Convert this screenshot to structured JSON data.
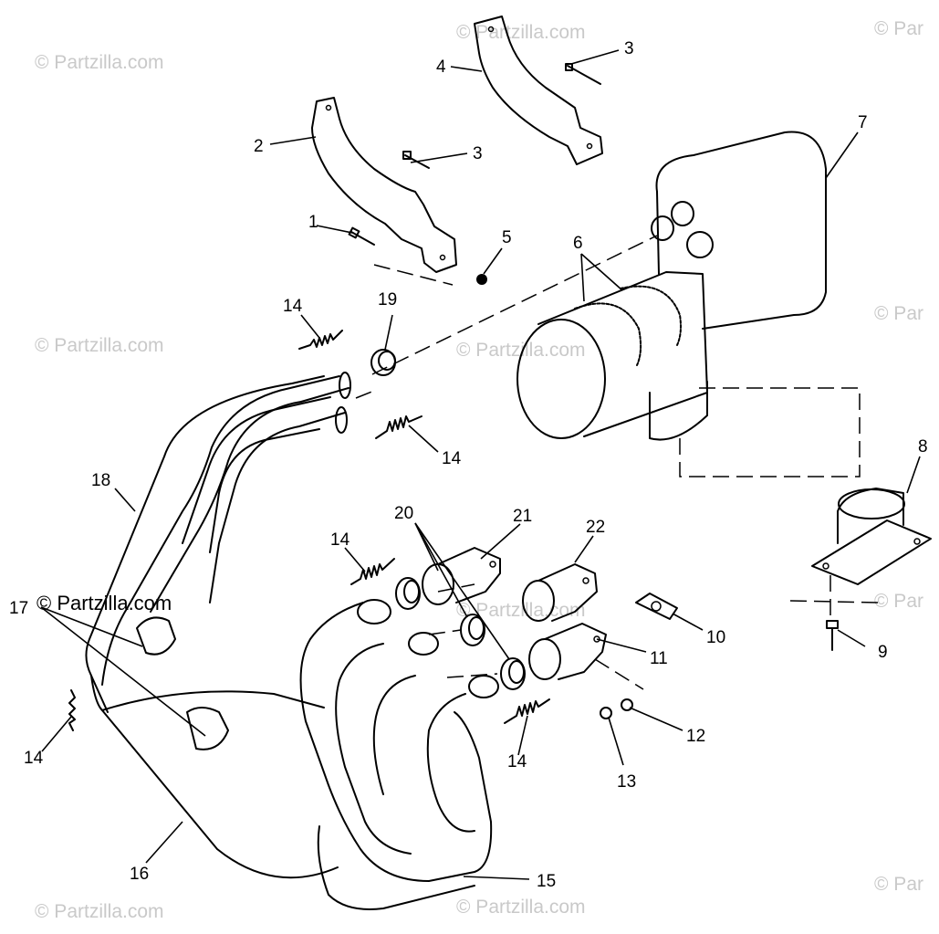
{
  "watermark": {
    "text": "© Partzilla.com",
    "cut_text": "© Par"
  },
  "callouts": {
    "c1": "1",
    "c2": "2",
    "c3a": "3",
    "c3b": "3",
    "c4": "4",
    "c5": "5",
    "c6": "6",
    "c7": "7",
    "c8": "8",
    "c9": "9",
    "c10": "10",
    "c11": "11",
    "c12": "12",
    "c13": "13",
    "c14a": "14",
    "c14b": "14",
    "c14c": "14",
    "c14d": "14",
    "c14e": "14",
    "c15": "15",
    "c16": "16",
    "c17": "17",
    "c18": "18",
    "c19": "19",
    "c20": "20",
    "c21": "21",
    "c22": "22"
  }
}
